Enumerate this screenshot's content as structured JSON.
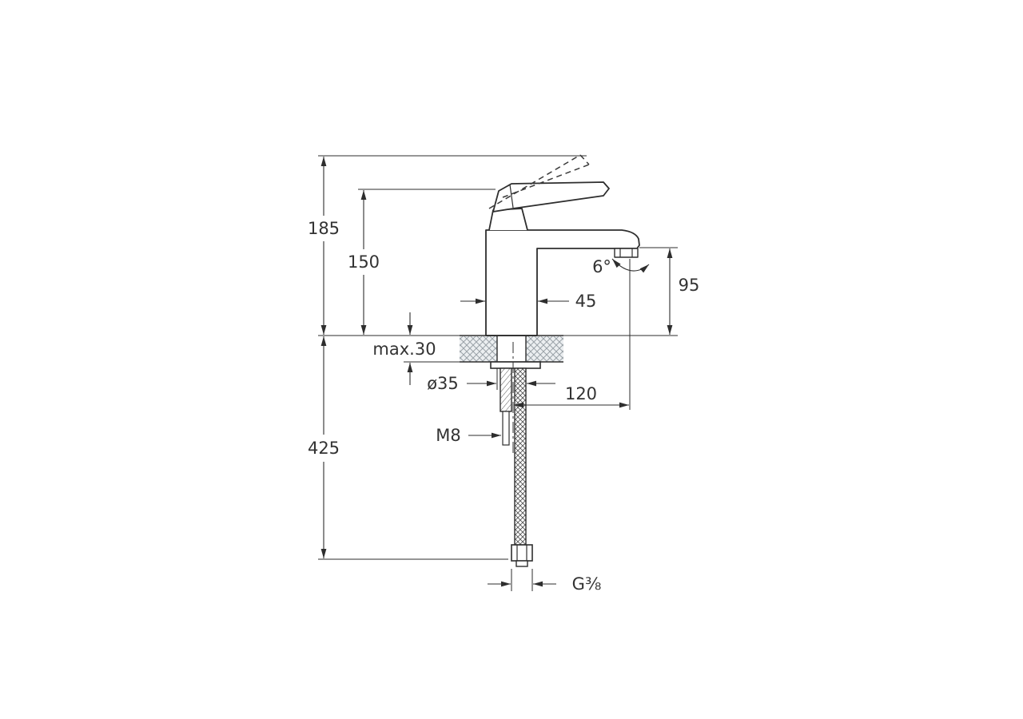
{
  "page": {
    "background": "#ffffff",
    "line_color": "#2e2e2e",
    "text_color": "#333333"
  },
  "drawing": {
    "kind": "single-lever basin faucet installation dimension drawing",
    "labels": {
      "total_height": "185",
      "handle_height": "150",
      "spout_height": "95",
      "body_width": "45",
      "deck_thickness_max": "max.30",
      "hole_diameter": "ø35",
      "spout_reach": "120",
      "stud_thread": "M8",
      "hose_length": "425",
      "swivel_angle": "6°",
      "hose_connection": "G⅜"
    }
  }
}
